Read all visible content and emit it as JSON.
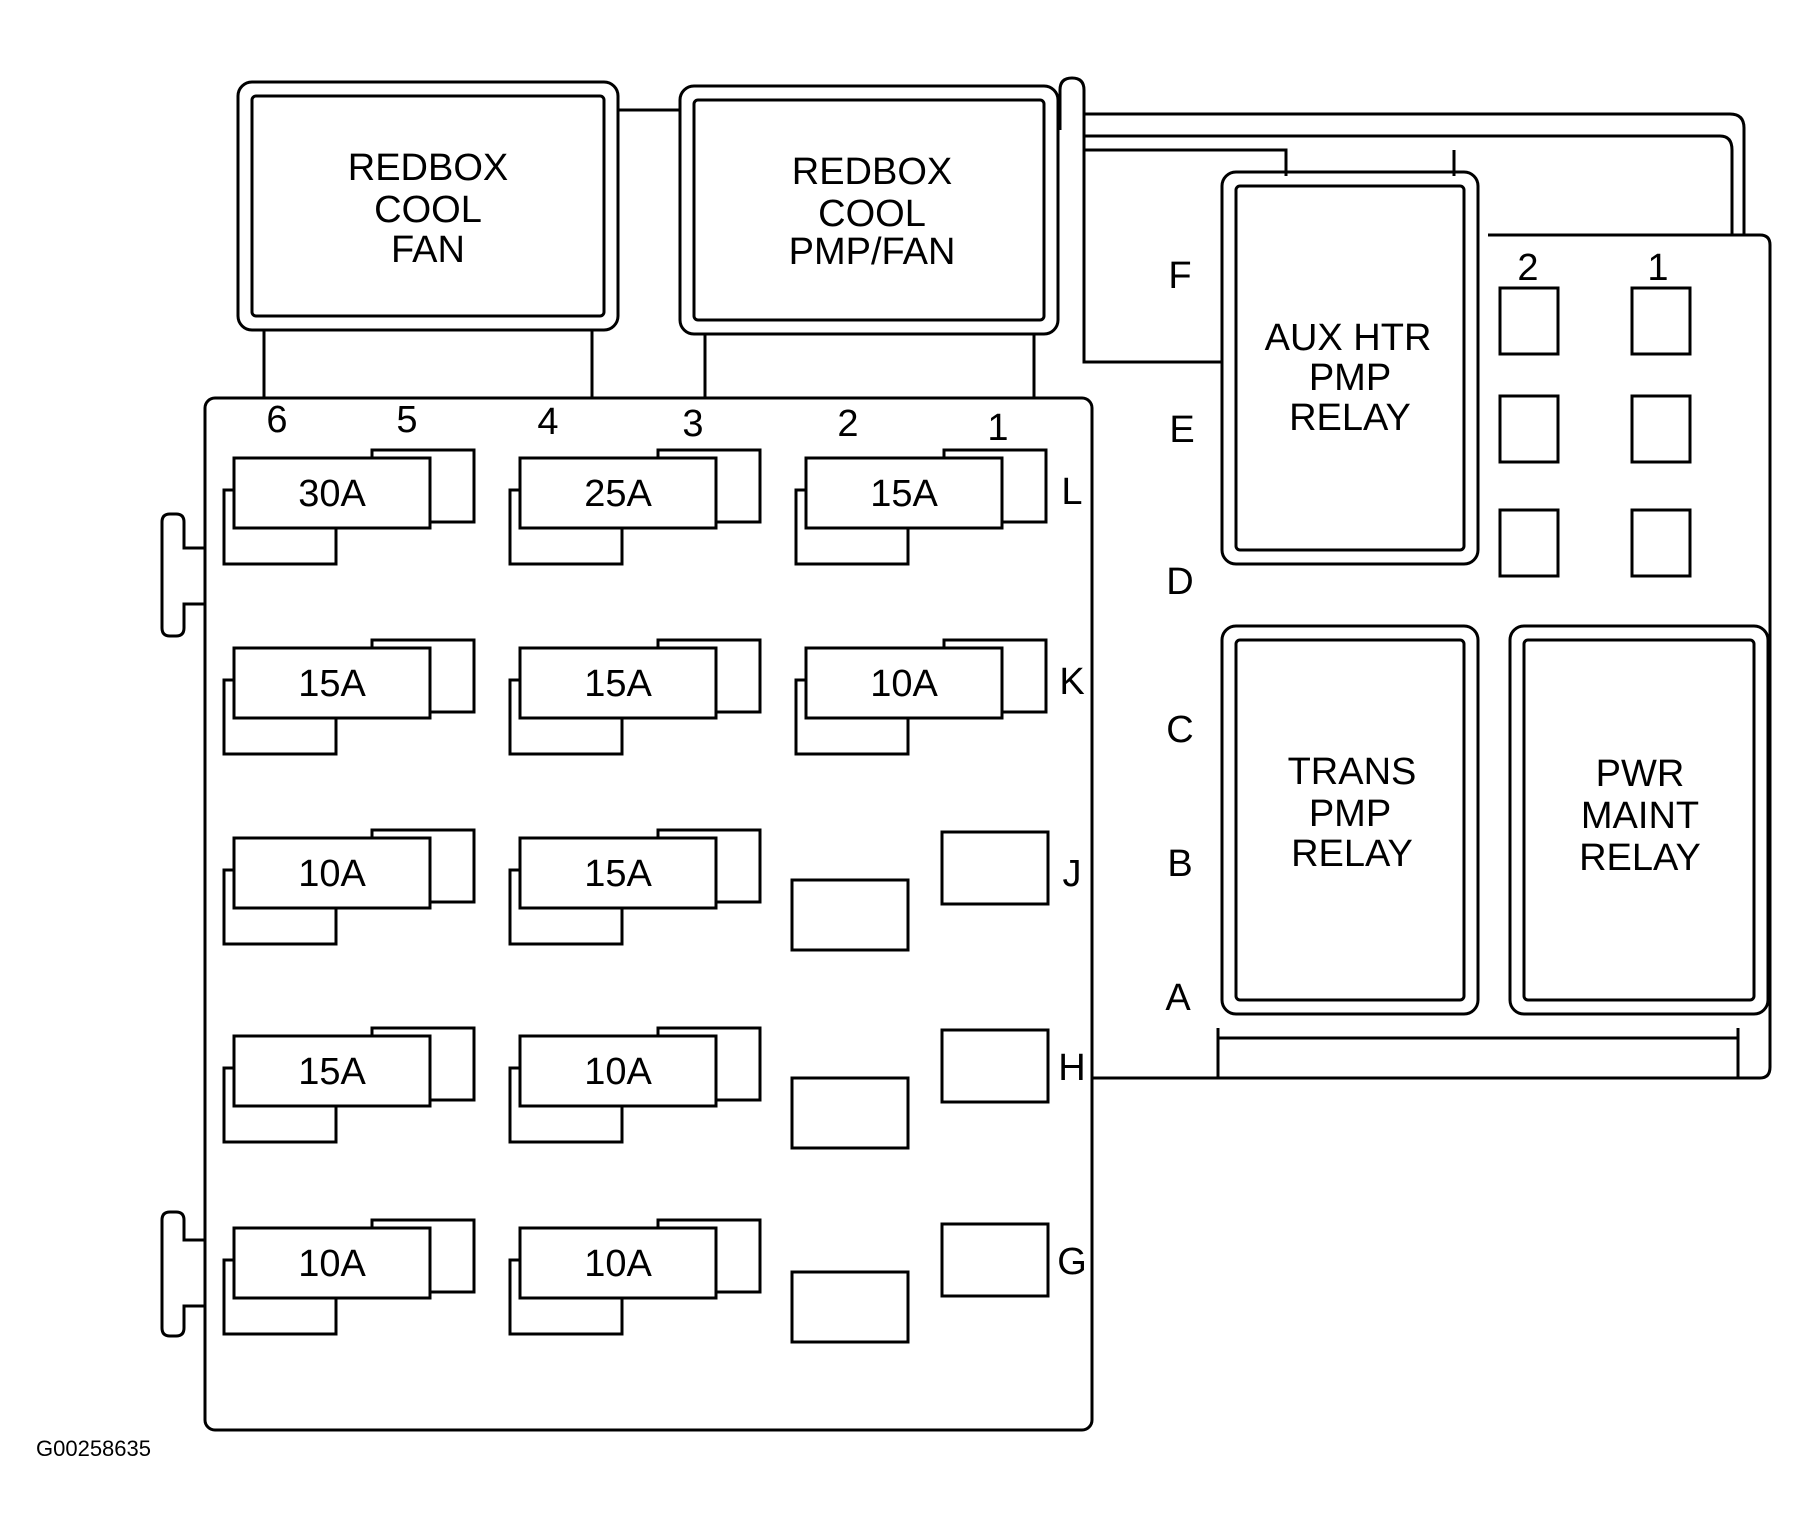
{
  "relays": {
    "cool_fan": [
      "REDBOX",
      "COOL",
      "FAN"
    ],
    "cool_pmp_fan": [
      "REDBOX",
      "COOL",
      "PMP/FAN"
    ],
    "aux_htr": [
      "AUX HTR",
      "PMP",
      "RELAY"
    ],
    "trans_pmp": [
      "TRANS",
      "PMP",
      "RELAY"
    ],
    "pwr_maint": [
      "PWR",
      "MAINT",
      "RELAY"
    ]
  },
  "columns": [
    "6",
    "5",
    "4",
    "3",
    "2",
    "1"
  ],
  "rows": [
    "L",
    "K",
    "J",
    "H",
    "G"
  ],
  "letters": [
    "F",
    "E",
    "D",
    "C",
    "B",
    "A"
  ],
  "small_columns": [
    "2",
    "1"
  ],
  "fuses": [
    {
      "row": "L",
      "pos": "6-5",
      "rating": "30A"
    },
    {
      "row": "L",
      "pos": "4-3",
      "rating": "25A"
    },
    {
      "row": "L",
      "pos": "2-1",
      "rating": "15A"
    },
    {
      "row": "K",
      "pos": "6-5",
      "rating": "15A"
    },
    {
      "row": "K",
      "pos": "4-3",
      "rating": "15A"
    },
    {
      "row": "K",
      "pos": "2-1",
      "rating": "10A"
    },
    {
      "row": "J",
      "pos": "6-5",
      "rating": "10A"
    },
    {
      "row": "J",
      "pos": "4-3",
      "rating": "15A"
    },
    {
      "row": "H",
      "pos": "6-5",
      "rating": "15A"
    },
    {
      "row": "H",
      "pos": "4-3",
      "rating": "10A"
    },
    {
      "row": "G",
      "pos": "6-5",
      "rating": "10A"
    },
    {
      "row": "G",
      "pos": "4-3",
      "rating": "10A"
    }
  ],
  "figure_code": "G00258635"
}
